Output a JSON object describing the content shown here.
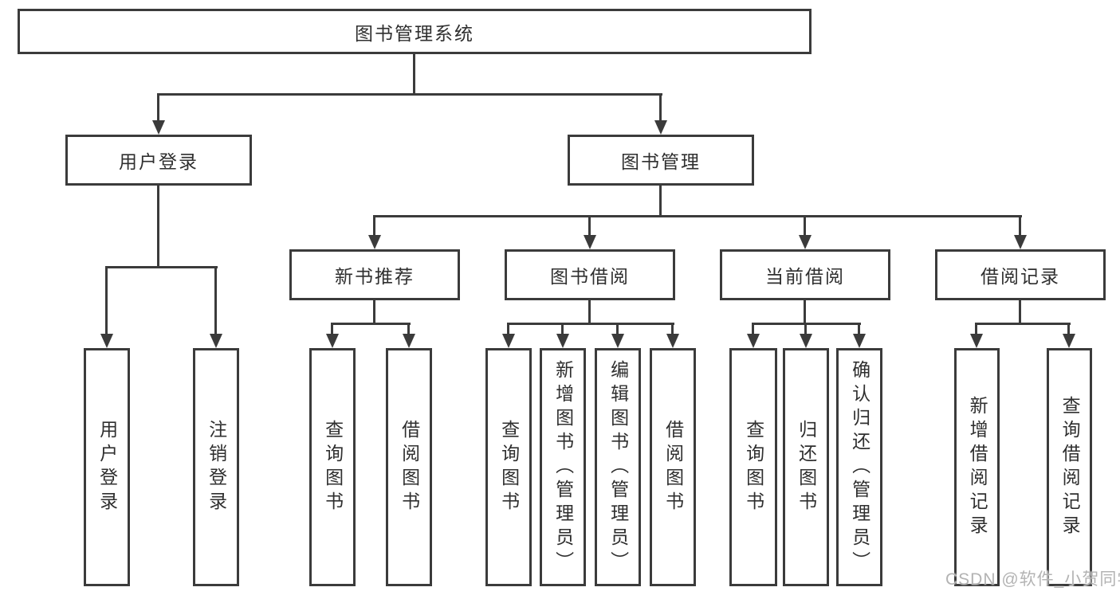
{
  "diagram": {
    "root": {
      "label": "图书管理系统"
    },
    "branches": [
      {
        "label": "用户登录",
        "children": [
          {
            "label": "用户登录"
          },
          {
            "label": "注销登录"
          }
        ]
      },
      {
        "label": "图书管理",
        "children": [
          {
            "label": "新书推荐",
            "children": [
              {
                "label": "查询图书"
              },
              {
                "label": "借阅图书"
              }
            ]
          },
          {
            "label": "图书借阅",
            "children": [
              {
                "label": "查询图书"
              },
              {
                "label": "新增图书（管理员）"
              },
              {
                "label": "编辑图书（管理员）"
              },
              {
                "label": "借阅图书"
              }
            ]
          },
          {
            "label": "当前借阅",
            "children": [
              {
                "label": "查询图书"
              },
              {
                "label": "归还图书"
              },
              {
                "label": "确认归还（管理员）"
              }
            ]
          },
          {
            "label": "借阅记录",
            "children": [
              {
                "label": "新增借阅记录"
              },
              {
                "label": "查询借阅记录"
              }
            ]
          }
        ]
      }
    ],
    "watermark": "CSDN @软件_小贺同学",
    "colors": {
      "line": "#3b3b3b",
      "text": "#2f2f2f",
      "background": "#ffffff",
      "watermark": "#b3b3b3"
    }
  }
}
